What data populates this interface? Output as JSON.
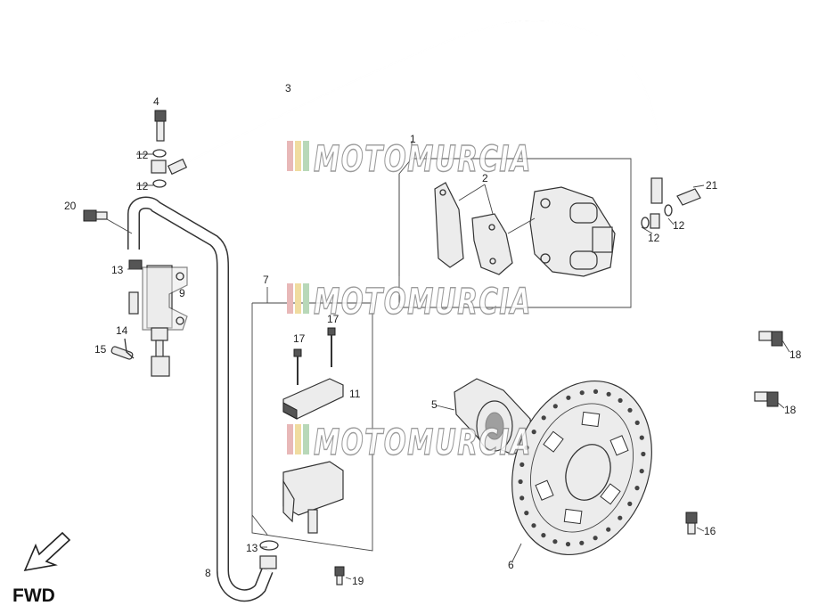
{
  "watermark": "MOTOMURCIA",
  "direction_label": "FWD",
  "callouts": [
    "1",
    "2",
    "3",
    "4",
    "5",
    "6",
    "7",
    "8",
    "9",
    "11",
    "12",
    "12",
    "12",
    "12",
    "13",
    "13",
    "14",
    "15",
    "16",
    "17",
    "17",
    "18",
    "18",
    "19",
    "20",
    "21"
  ],
  "watermark_colors": [
    "#e8b8b8",
    "#f0dca0",
    "#b8d8b8"
  ]
}
